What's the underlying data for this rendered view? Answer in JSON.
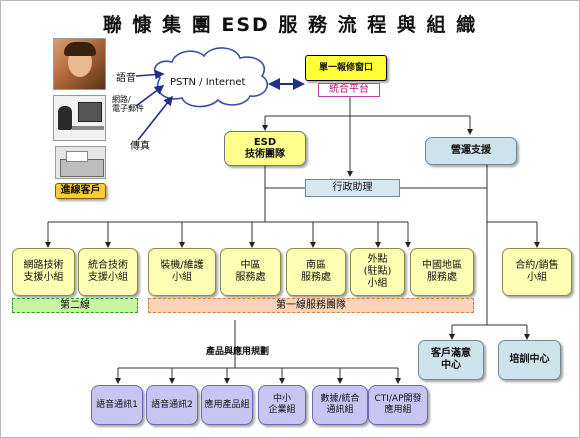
{
  "title": "聯 慷 集 團 ESD 服 務 流 程 與 組 織",
  "channels": {
    "voice": "語音",
    "email": "網路/\n電子郵件",
    "fax": "傳真"
  },
  "cloud_label": "PSTN / Internet",
  "customer_label": "進線客戶",
  "repair_window": "單一報修窗口",
  "unified_platform": "統合平台",
  "esd_team": "ESD\n技術團隊",
  "ops_support": "營運支援",
  "admin_assistant": "行政助理",
  "units": [
    "網路技術\n支援小組",
    "統合技術\n支援小組",
    "裝機/維護\n小組",
    "中區\n服務處",
    "南區\n服務處",
    "外點\n(駐點)\n小組",
    "中國地區\n服務處",
    "合約/銷售\n小組"
  ],
  "second_line": "第二線",
  "first_line_team": "第一線服務團隊",
  "product_planning": "產品與應用規劃",
  "products": [
    "語音通訊1",
    "語音通訊2",
    "應用產品組",
    "中小\n企業組",
    "數據/統合\n通訊組",
    "CTI/AP開發\n應用組"
  ],
  "customer_satisfaction": "客戶滿意\n中心",
  "training_center": "培訓中心"
}
